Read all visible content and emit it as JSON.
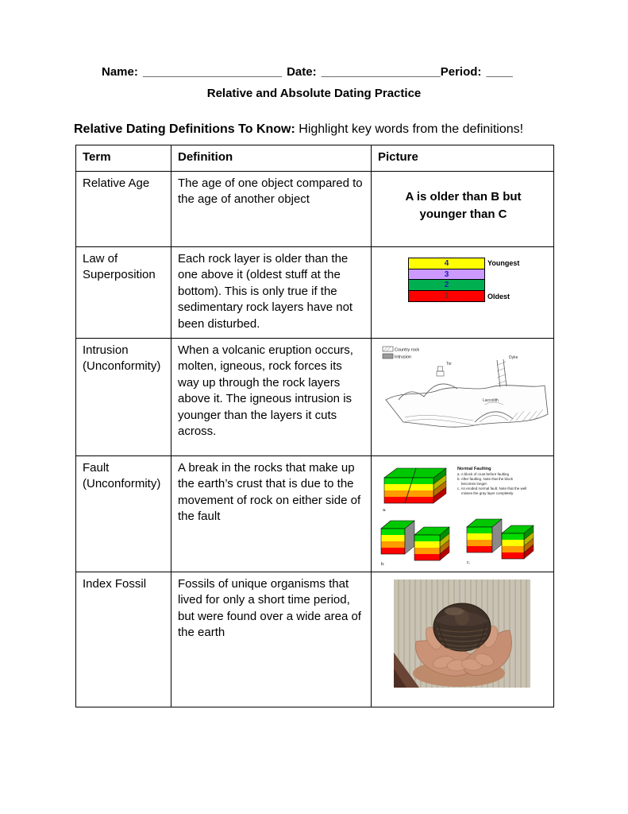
{
  "page": {
    "name_label": "Name:",
    "name_blank": "_____________________",
    "date_label": "Date:",
    "date_blank": "__________________",
    "period_label": "Period:",
    "period_blank": "____",
    "title": "Relative and Absolute Dating Practice",
    "section_heading_bold": "Relative Dating Definitions To Know:",
    "section_heading_rest": " Highlight key words from the definitions!"
  },
  "table": {
    "headers": [
      "Term",
      "Definition",
      "Picture"
    ],
    "rows": [
      {
        "term": "Relative Age",
        "definition": "The age of one object compared to the age of another object",
        "picture": {
          "type": "text",
          "line1": "A is older than B but",
          "line2": "younger than C"
        }
      },
      {
        "term": "Law of Superposition",
        "definition": "Each rock layer is older than the one above it (oldest stuff at the bottom).  This is only true if the sedimentary rock layers have not been disturbed.",
        "picture": {
          "type": "layers-diagram",
          "layers": [
            {
              "num": "4",
              "color": "#ffff00",
              "num_color": "#1f1fb4",
              "side_label": "Youngest"
            },
            {
              "num": "3",
              "color": "#cc99ff",
              "num_color": "#1f1fb4",
              "side_label": ""
            },
            {
              "num": "2",
              "color": "#00b050",
              "num_color": "#1f1fb4",
              "side_label": ""
            },
            {
              "num": "1",
              "color": "#ff0000",
              "num_color": "#6e2a1a",
              "side_label": "Oldest"
            }
          ]
        }
      },
      {
        "term": "Intrusion (Unconformity)",
        "definition": "When a volcanic eruption occurs, molten, igneous, rock forces its way up through the rock layers above it. The igneous intrusion is younger than the layers it cuts across.",
        "picture": {
          "type": "intrusion-sketch",
          "legend": [
            {
              "label": "Country rock"
            },
            {
              "label": "Intrusion"
            }
          ],
          "labels": {
            "tor": "Tor",
            "dyke": "Dyke",
            "laccolith": "Laccolith"
          }
        }
      },
      {
        "term": "Fault (Unconformity)",
        "definition": "A break in the rocks that make up the earth’s crust that is due to the movement of rock on either side of the fault",
        "picture": {
          "type": "fault-diagram",
          "caption_title": "Normal Faulting",
          "caption_lines": [
            "a. A block of crust before faulting",
            "b. After faulting. Note that the block",
            "becomes longer.",
            "c. An eroded normal fault. Note that the well",
            "misses the gray layer completely."
          ],
          "block_labels": [
            "a.",
            "b.",
            "c."
          ],
          "layer_colors": [
            "#00d400",
            "#ffff00",
            "#ff9c00",
            "#ff0000"
          ]
        }
      },
      {
        "term": "Index Fossil",
        "definition": "Fossils of unique organisms that lived for only a short time period, but were found over a wide area of the earth",
        "picture": {
          "type": "photo",
          "subject": "trilobite-fossil-held-in-hands"
        }
      }
    ]
  }
}
